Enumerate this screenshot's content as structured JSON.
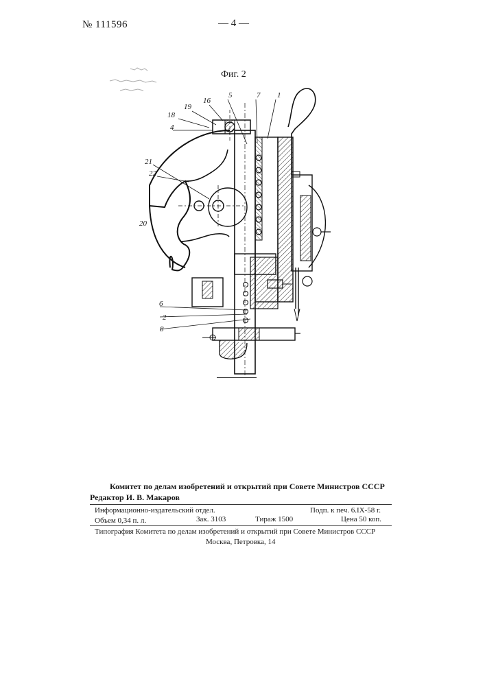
{
  "header": {
    "patent_number": "№ 111596",
    "page_number": "— 4 —"
  },
  "figure": {
    "caption": "Фиг. 2",
    "callouts": [
      "5",
      "7",
      "1",
      "16",
      "19",
      "18",
      "4",
      "21",
      "22",
      "20",
      "6",
      "2",
      "8"
    ]
  },
  "imprint": {
    "committee": "Комитет по делам изобретений и открытий при Совете Министров СССР",
    "editor": "Редактор И. В. Макаров",
    "dept": "Информационно-издательский отдел.",
    "print_date": "Подп. к печ. 6.IX-58 г.",
    "volume": "Объем 0,34 п. л.",
    "order": "Зак. 3103",
    "run": "Тираж 1500",
    "price": "Цена 50 коп.",
    "printer": "Типография Комитета по делам изобретений и открытий при Совете Министров СССР",
    "address": "Москва, Петровка, 14"
  }
}
